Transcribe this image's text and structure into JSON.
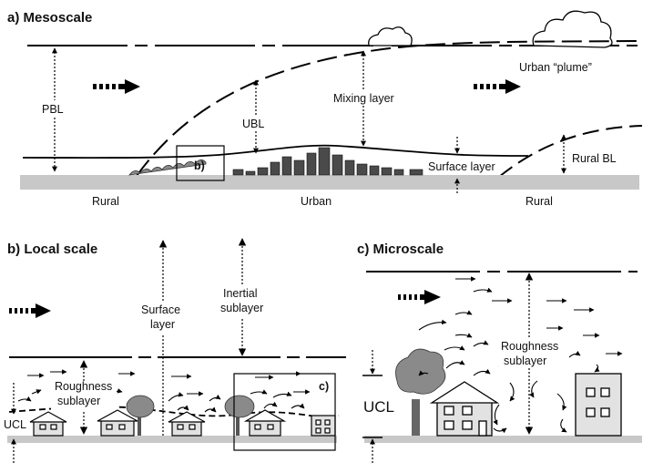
{
  "panels": {
    "mesoscale": {
      "title": "a) Mesoscale",
      "labels": {
        "pbl": "PBL",
        "ubl": "UBL",
        "mixing_layer": "Mixing layer",
        "urban_plume": "Urban “plume”",
        "surface_layer": "Surface layer",
        "rural_bl": "Rural BL",
        "inset_b": "b)",
        "rural_left": "Rural",
        "urban": "Urban",
        "rural_right": "Rural"
      }
    },
    "local": {
      "title": "b) Local scale",
      "labels": {
        "surface_layer_line1": "Surface",
        "surface_layer_line2": "layer",
        "inertial_line1": "Inertial",
        "inertial_line2": "sublayer",
        "roughness_line1": "Roughness",
        "roughness_line2": "sublayer",
        "ucl": "UCL",
        "inset_c": "c)"
      }
    },
    "micro": {
      "title": "c) Microscale",
      "labels": {
        "roughness_line1": "Roughness",
        "roughness_line2": "sublayer",
        "ucl": "UCL"
      }
    }
  },
  "colors": {
    "ground": "#c8c8c8",
    "building_dark": "#4a4a4a",
    "tree": "#8a8a8a",
    "house_fill": "#e2e2e2",
    "line": "#000000"
  }
}
